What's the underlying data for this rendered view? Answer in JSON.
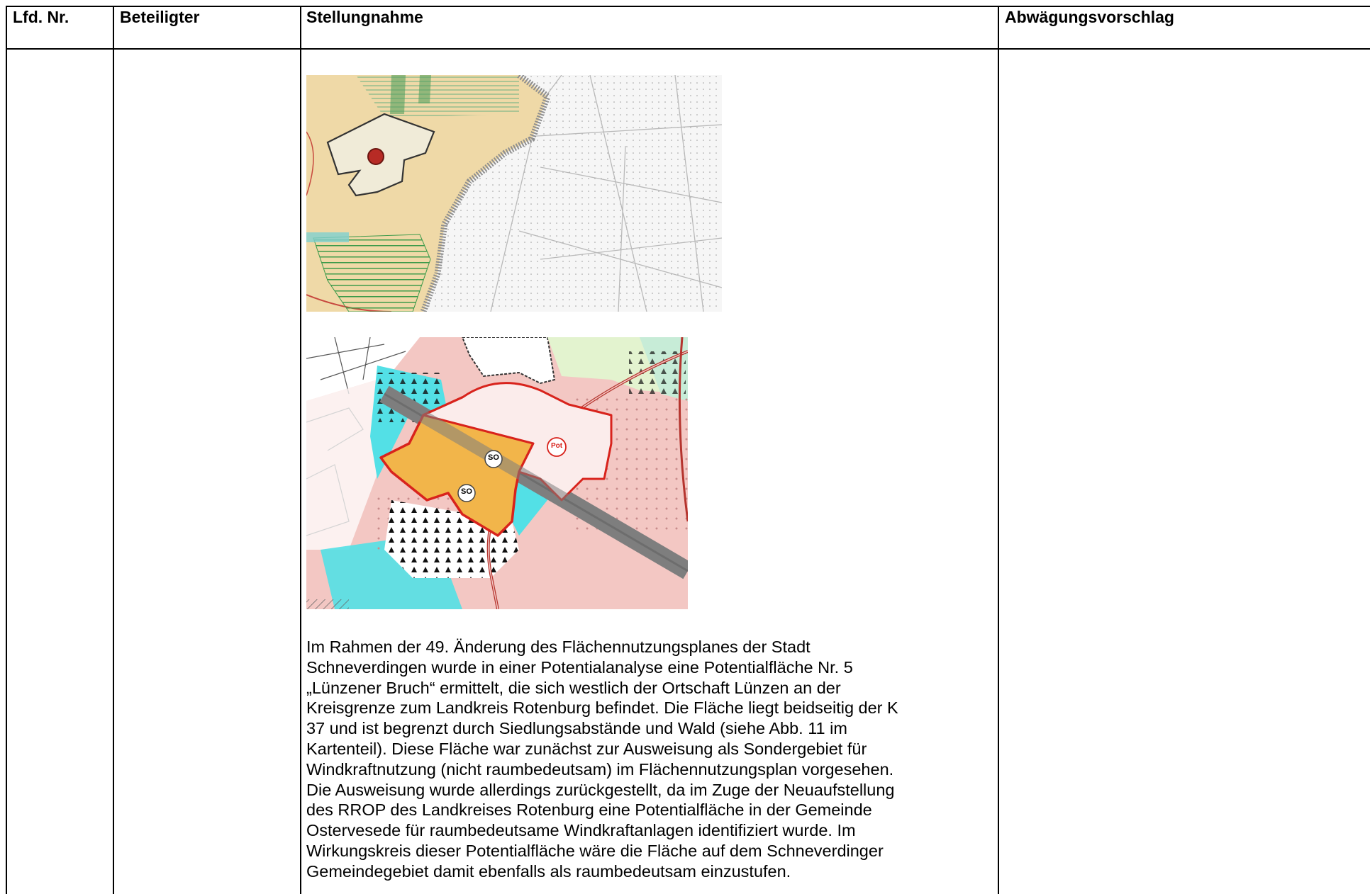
{
  "table": {
    "headers": {
      "lfd_nr": "Lfd. Nr.",
      "beteiligter": "Beteiligter",
      "stellungnahme": "Stellungnahme",
      "abwaegungsvorschlag": "Abwägungsvorschlag"
    },
    "row": {
      "lfd_nr": "",
      "beteiligter": "",
      "stellungnahme": {
        "figures": [
          {
            "name": "map-rrop-excerpt"
          },
          {
            "name": "map-fnp-excerpt",
            "labels": [
              "SO",
              "SO",
              "Pot"
            ]
          }
        ],
        "lines": [
          "Im Rahmen der 49. Änderung des Flächennutzungsplanes der Stadt",
          "Schneverdingen wurde in einer Potentialanalyse eine Potentialfläche Nr. 5",
          "„Lünzener Bruch“ ermittelt, die sich westlich der Ortschaft Lünzen an der",
          "Kreisgrenze zum Landkreis Rotenburg befindet. Die Fläche liegt beidseitig der K",
          "37 und ist begrenzt durch Siedlungsabstände und Wald (siehe Abb. 11 im",
          "Kartenteil). Diese Fläche war zunächst zur Ausweisung als Sondergebiet für",
          "Windkraftnutzung (nicht raumbedeutsam) im Flächennutzungsplan vorgesehen.",
          "Die Ausweisung wurde allerdings zurückgestellt, da im Zuge der Neuaufstellung",
          "des RROP des Landkreises Rotenburg eine Potentialfläche in der Gemeinde",
          "Ostervesede für raumbedeutsame Windkraftanlagen identifiziert wurde. Im",
          "Wirkungskreis dieser Potentialfläche wäre die Fläche auf dem Schneverdinger",
          "Gemeindegebiet damit ebenfalls als raumbedeutsam einzustufen."
        ]
      },
      "abwaegungsvorschlag": ""
    }
  }
}
